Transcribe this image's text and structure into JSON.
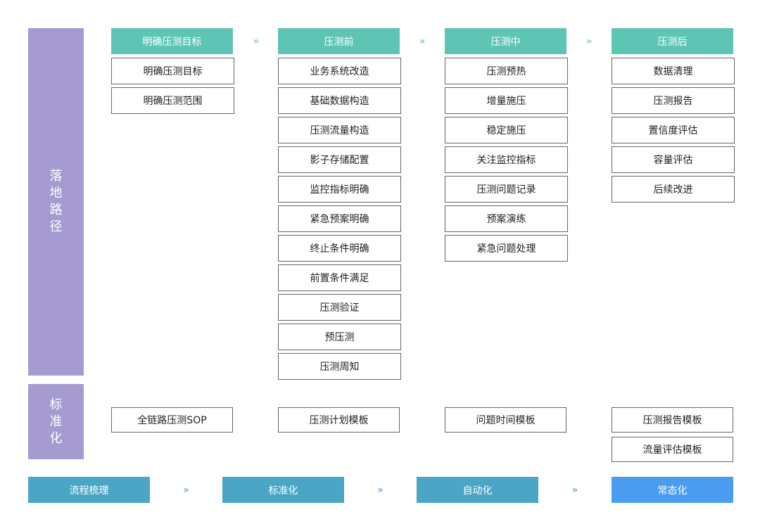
{
  "side_labels": {
    "landing": "落地路径",
    "standard": "标准化"
  },
  "columns": [
    {
      "header": "明确压测目标",
      "items": [
        "明确压测目标",
        "明确压测范围"
      ],
      "template": "全链路压测SOP",
      "templates_extra": []
    },
    {
      "header": "压测前",
      "items": [
        "业务系统改造",
        "基础数据构造",
        "压测流量构造",
        "影子存储配置",
        "监控指标明确",
        "紧急预案明确",
        "终止条件明确",
        "前置条件满足",
        "压测验证",
        "预压测",
        "压测周知"
      ],
      "template": "压测计划模板",
      "templates_extra": []
    },
    {
      "header": "压测中",
      "items": [
        "压测预热",
        "增量施压",
        "稳定施压",
        "关注监控指标",
        "压测问题记录",
        "预案演练",
        "紧急问题处理"
      ],
      "template": "问题时间模板",
      "templates_extra": []
    },
    {
      "header": "压测后",
      "items": [
        "数据清理",
        "压测报告",
        "置信度评估",
        "容量评估",
        "后续改进"
      ],
      "template": "压测报告模板",
      "templates_extra": [
        "流量评估模板"
      ]
    }
  ],
  "arrow_glyph": "»",
  "bottom_stages": [
    {
      "label": "流程梳理",
      "color": "#4aa6c4"
    },
    {
      "label": "标准化",
      "color": "#4aa6c4"
    },
    {
      "label": "自动化",
      "color": "#4aa6c4"
    },
    {
      "label": "常态化",
      "color": "#4a9cf0"
    }
  ],
  "colors": {
    "side": "#a59bd1",
    "header": "#5ec5b5",
    "bottom": "#4aa6c4",
    "bottom_last": "#4a9cf0"
  }
}
